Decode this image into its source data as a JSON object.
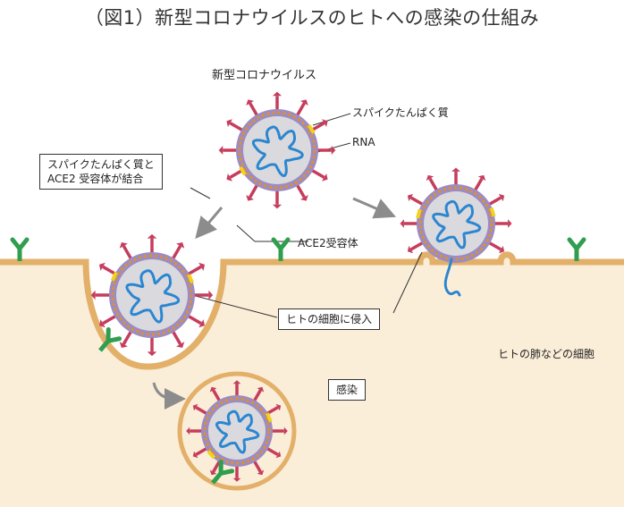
{
  "figure": {
    "title": "（図1）新型コロナウイルスのヒトへの感染の仕組み"
  },
  "labels": {
    "virus_name": "新型コロナウイルス",
    "spike_protein": "スパイクたんぱく質",
    "rna": "RNA",
    "binding_line1": "スパイクたんぱく質と",
    "binding_line2": "ACE2 受容体が結合",
    "ace2_receptor": "ACE2受容体",
    "invasion": "ヒトの細胞に侵入",
    "lung_cells": "ヒトの肺などの細胞",
    "infection": "感染"
  },
  "colors": {
    "cell": "#fbeed8",
    "membrane": "#e3b06a",
    "receptor": "#2f9e4f",
    "spike": "#c63d5c",
    "envelope": "#9b8cc4",
    "envelope_dash": "#e0902a",
    "virus_core": "#d9d9de",
    "rna": "#2a86d0",
    "arrow": "#8c8c8c",
    "highlight": "#f2d21a"
  }
}
